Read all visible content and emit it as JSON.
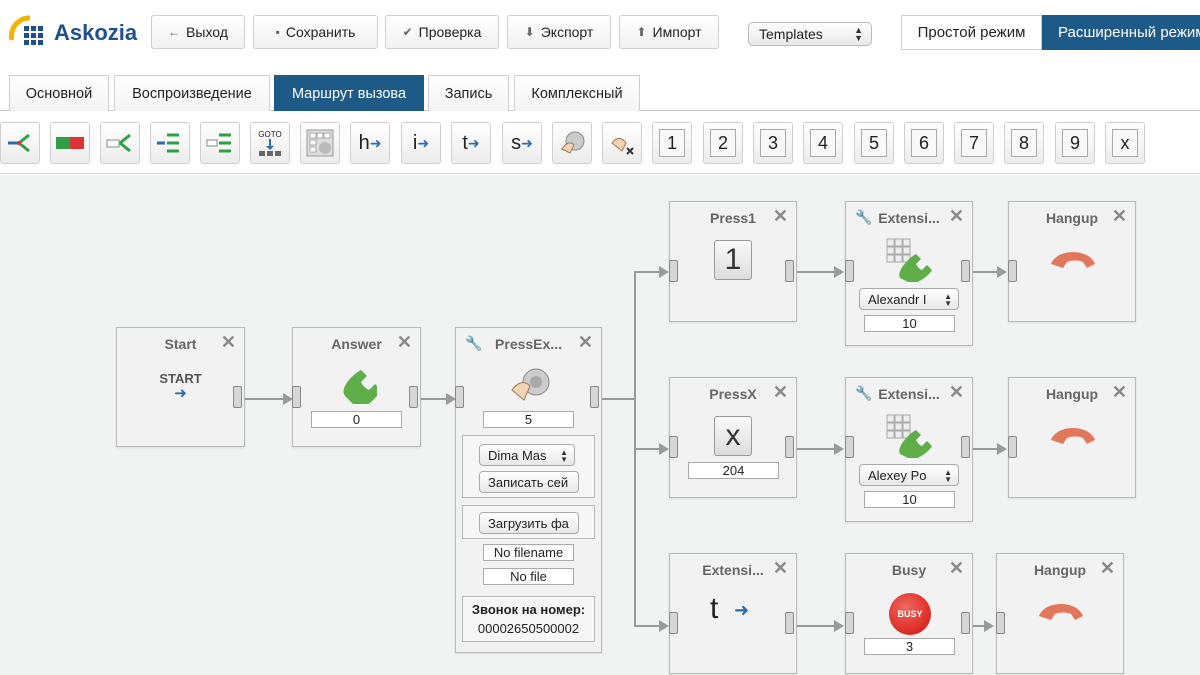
{
  "app": {
    "logo_text": "Askozia"
  },
  "toolbar_top": {
    "back": "Выход",
    "save": "Сохранить",
    "check": "Проверка",
    "export": "Экспорт",
    "import": "Импорт",
    "templates": "Templates",
    "mode_simple": "Простой режим",
    "mode_advanced": "Расширенный режим"
  },
  "tabs": [
    {
      "label": "Основной"
    },
    {
      "label": "Воспроизведение"
    },
    {
      "label": "Маршрут вызова",
      "active": true
    },
    {
      "label": "Запись"
    },
    {
      "label": "Комплексный"
    }
  ],
  "tools": {
    "goto": "GOTO",
    "h": "h",
    "i": "i",
    "t": "t",
    "s": "s",
    "digits": [
      "1",
      "2",
      "3",
      "4",
      "5",
      "6",
      "7",
      "8",
      "9"
    ],
    "x": "x"
  },
  "nodes": {
    "start": {
      "title": "Start",
      "label": "START"
    },
    "answer": {
      "title": "Answer",
      "value": "0"
    },
    "pressext": {
      "title": "PressEx...",
      "value": "5",
      "select": "Dima Mas",
      "record_btn": "Записать сей",
      "upload_btn": "Загрузить фа",
      "filename": "No filename",
      "file": "No file",
      "call_label": "Звонок на номер:",
      "call_number": "00002650500002"
    },
    "press1": {
      "title": "Press1",
      "key": "1"
    },
    "pressx": {
      "title": "PressX",
      "key": "x",
      "value": "204"
    },
    "ext_top": {
      "title": "Extensi...",
      "select": "Alexandr I",
      "value": "10"
    },
    "ext_mid": {
      "title": "Extensi...",
      "select": "Alexey Po",
      "value": "10"
    },
    "ext_t": {
      "title": "Extensi...",
      "label": "t"
    },
    "busy": {
      "title": "Busy",
      "badge": "BUSY",
      "value": "3"
    },
    "hangup1": {
      "title": "Hangup"
    },
    "hangup2": {
      "title": "Hangup"
    },
    "hangup3": {
      "title": "Hangup"
    }
  },
  "colors": {
    "accent": "#1e5a87",
    "phone_green": "#5fae4a",
    "hangup": "#e2775c",
    "busy": "#e0312a"
  }
}
